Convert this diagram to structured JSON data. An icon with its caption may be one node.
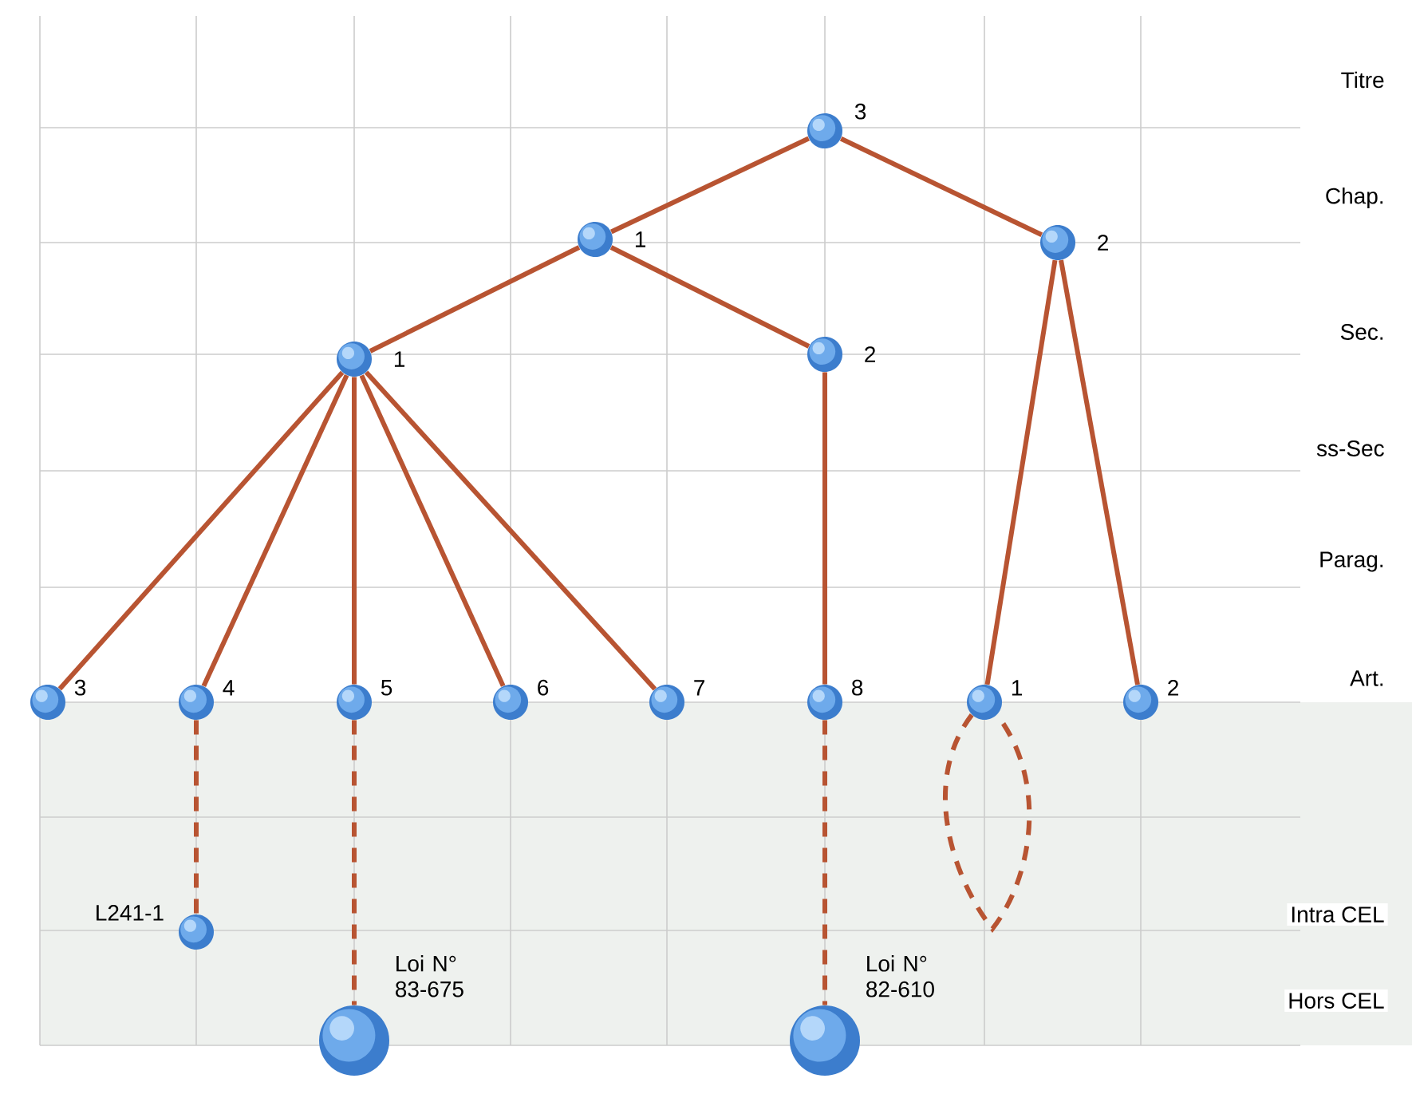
{
  "diagram": {
    "nodes": [
      {
        "text": [],
        "shape": "circle",
        "beside": [
          "3"
        ]
      },
      {
        "text": [],
        "shape": "circle",
        "beside": [
          "1"
        ]
      },
      {
        "text": [],
        "shape": "circle",
        "beside": [
          "2"
        ]
      },
      {
        "text": [],
        "shape": "circle",
        "beside": [
          "1"
        ]
      },
      {
        "text": [],
        "shape": "circle",
        "beside": [
          "2"
        ]
      },
      {
        "text": [],
        "shape": "circle",
        "beside": [
          "3"
        ]
      },
      {
        "text": [],
        "shape": "circle",
        "beside": [
          "4"
        ]
      },
      {
        "text": [],
        "shape": "circle",
        "beside": [
          "5"
        ]
      },
      {
        "text": [],
        "shape": "circle",
        "beside": [
          "6"
        ]
      },
      {
        "text": [],
        "shape": "circle",
        "beside": [
          "7"
        ]
      },
      {
        "text": [],
        "shape": "circle",
        "beside": [
          "8"
        ]
      },
      {
        "text": [],
        "shape": "circle",
        "beside": [
          "1"
        ]
      },
      {
        "text": [],
        "shape": "circle",
        "beside": [
          "2"
        ]
      },
      {
        "text": [],
        "shape": "circle",
        "beside": [
          "L241-1"
        ]
      },
      {
        "text": [],
        "shape": "circle",
        "beside": [
          "Loi N° 83-675"
        ]
      },
      {
        "text": [],
        "shape": "circle",
        "beside": [
          "Loi N° 82-610"
        ]
      }
    ],
    "edges": [
      {
        "from": 0,
        "to": 1,
        "arrow": "none"
      },
      {
        "from": 0,
        "to": 2,
        "arrow": "none"
      },
      {
        "from": 1,
        "to": 3,
        "arrow": "none"
      },
      {
        "from": 1,
        "to": 4,
        "arrow": "none"
      },
      {
        "from": 3,
        "to": 5,
        "arrow": "none"
      },
      {
        "from": 3,
        "to": 6,
        "arrow": "none"
      },
      {
        "from": 3,
        "to": 7,
        "arrow": "none"
      },
      {
        "from": 3,
        "to": 8,
        "arrow": "none"
      },
      {
        "from": 3,
        "to": 9,
        "arrow": "none"
      },
      {
        "from": 4,
        "to": 10,
        "arrow": "none"
      },
      {
        "from": 2,
        "to": 11,
        "arrow": "none"
      },
      {
        "from": 2,
        "to": 12,
        "arrow": "none"
      },
      {
        "from": 6,
        "to": 13,
        "arrow": "none",
        "style": "dashed"
      },
      {
        "from": 7,
        "to": 14,
        "arrow": "none",
        "style": "dashed"
      },
      {
        "from": 10,
        "to": 15,
        "arrow": "none",
        "style": "dashed"
      },
      {
        "from": 11,
        "to": 11,
        "arrow": "none",
        "style": "dashed"
      }
    ],
    "labels": [
      "Titre",
      "Chap.",
      "Sec.",
      "ss-Sec",
      "Parag.",
      "Art.",
      "Intra CEL",
      "Hors CEL"
    ]
  }
}
